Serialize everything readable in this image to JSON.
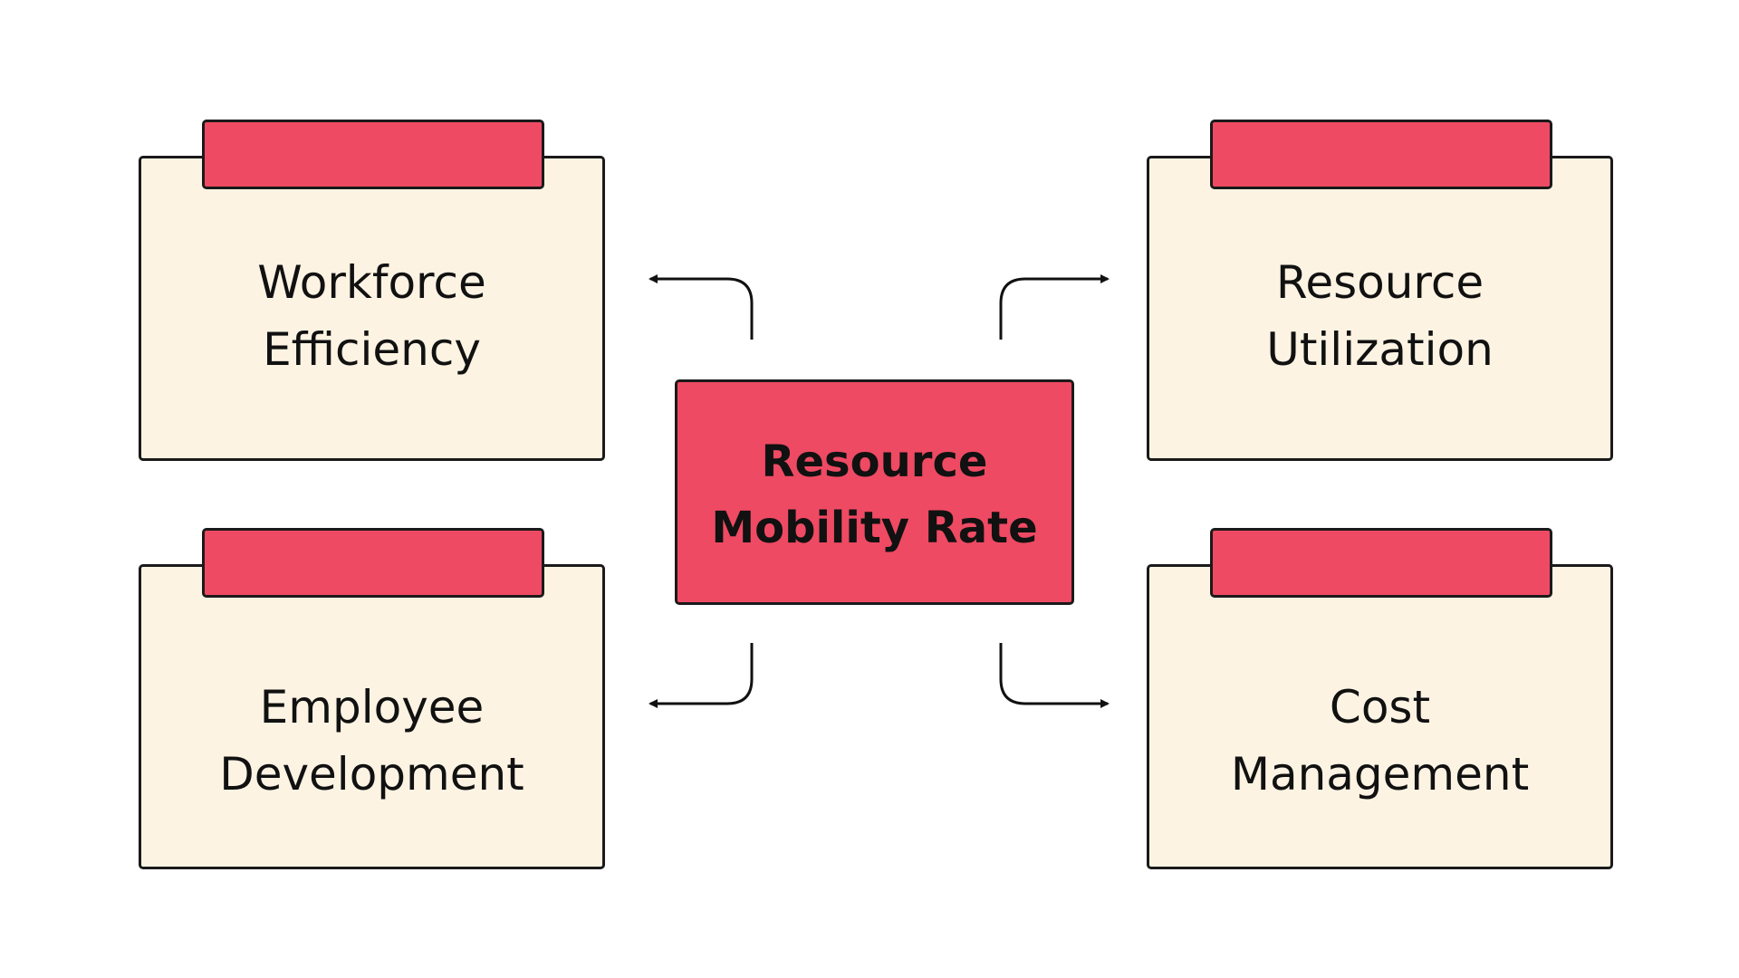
{
  "diagram": {
    "center": {
      "line1": "Resource",
      "line2": "Mobility Rate"
    },
    "cards": {
      "top_left": {
        "line1": "Workforce",
        "line2": "Efficiency"
      },
      "top_right": {
        "line1": "Resource",
        "line2": "Utilization"
      },
      "bottom_left": {
        "line1": "Employee",
        "line2": "Development"
      },
      "bottom_right": {
        "line1": "Cost",
        "line2": "Management"
      }
    },
    "colors": {
      "accent": "#ef4a63",
      "card_background": "#fdf3e3",
      "outline": "#1a1a1a"
    }
  }
}
